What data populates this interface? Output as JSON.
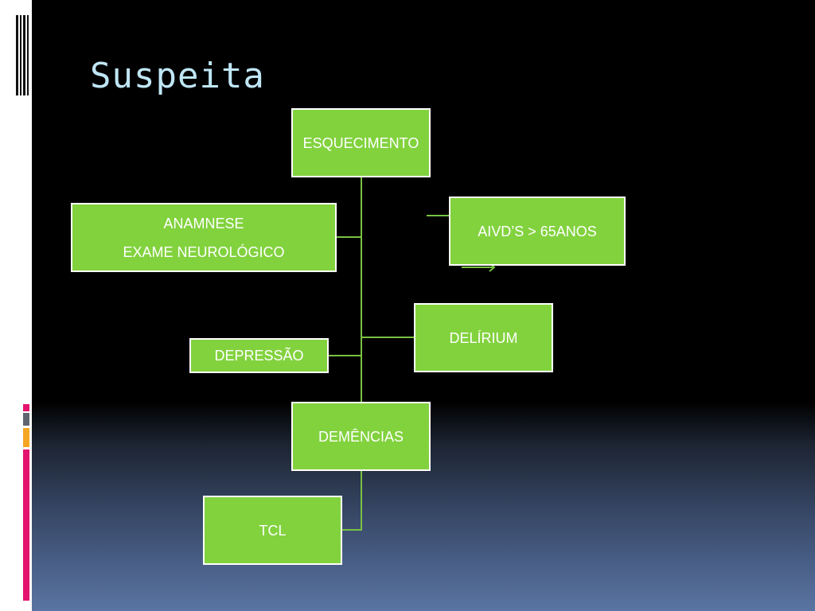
{
  "slide": {
    "title": "Suspeita"
  },
  "colors": {
    "node_fill": "#82d23e",
    "node_border": "#ffffff",
    "connector": "#7ac142",
    "title_text": "#bfe6f5",
    "accent_pink": "#e3136e",
    "accent_gray": "#5f6570",
    "accent_orange": "#f5a623"
  },
  "diagram": {
    "nodes": {
      "esquecimento": "ESQUECIMENTO",
      "anamnese_line1": "ANAMNESE",
      "anamnese_line2": "EXAME NEUROLÓGICO",
      "aivds": "AIVD’S > 65ANOS",
      "delirium": "DELÍRIUM",
      "depressao": "DEPRESSÃO",
      "demencias": "DEMÊNCIAS",
      "tcl": "TCL"
    }
  }
}
